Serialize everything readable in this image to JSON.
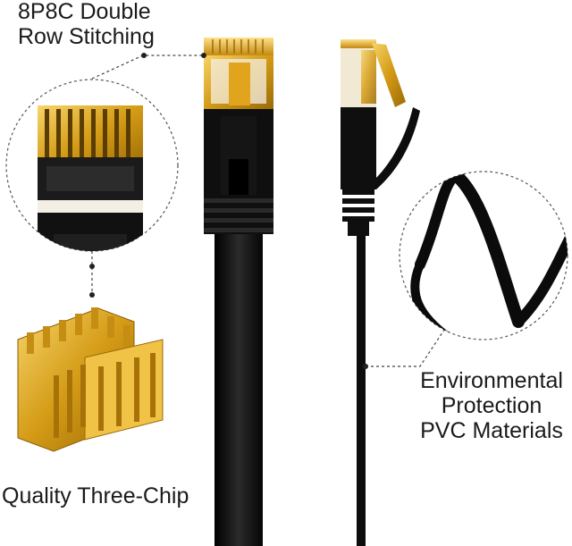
{
  "labels": {
    "top": [
      "8P8C Double",
      "Row Stitching"
    ],
    "bottom": "Quality Three-Chip",
    "right": [
      "Environmental",
      "Protection",
      "PVC Materials"
    ]
  },
  "colors": {
    "cable": "#0d0d0d",
    "connector_gold": "#d9a520",
    "connector_light": "#f1d99a",
    "shield_white": "#f4efe4",
    "dashed_line": "#444444"
  }
}
